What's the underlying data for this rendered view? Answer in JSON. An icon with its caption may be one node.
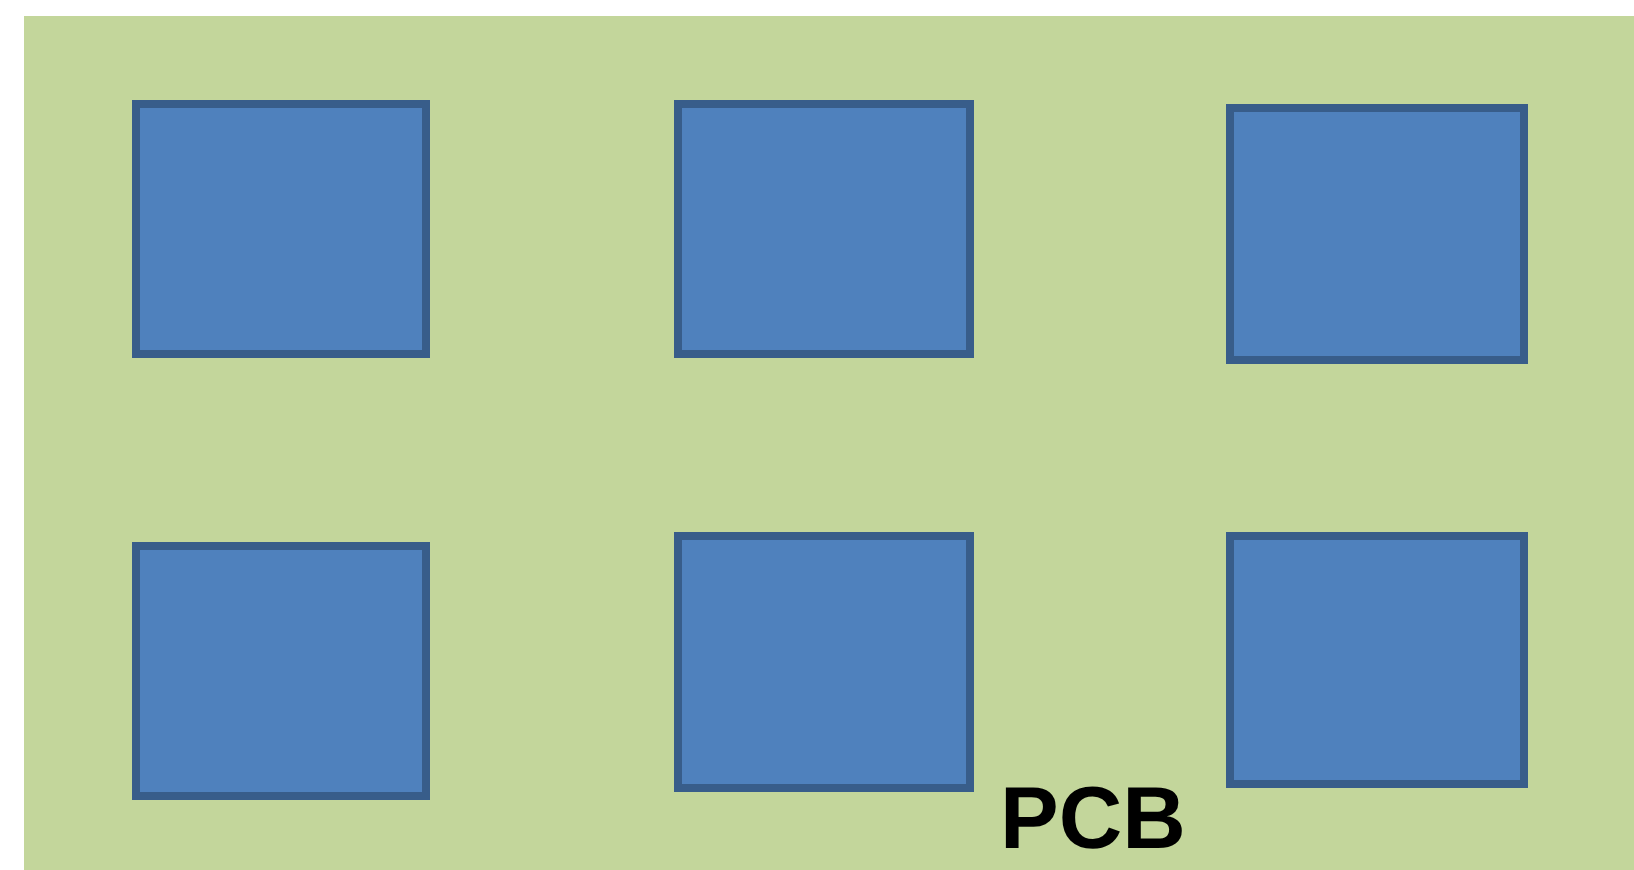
{
  "diagram": {
    "nodes": [
      {
        "text": [
          "PCB"
        ]
      },
      {
        "text": [],
        "shape": "box",
        "in": 0
      },
      {
        "text": [],
        "shape": "box",
        "in": 0
      },
      {
        "text": [],
        "shape": "box",
        "in": 0
      },
      {
        "text": [],
        "shape": "box",
        "in": 0
      },
      {
        "text": [],
        "shape": "box",
        "in": 0
      },
      {
        "text": [],
        "shape": "box",
        "in": 0
      }
    ]
  }
}
